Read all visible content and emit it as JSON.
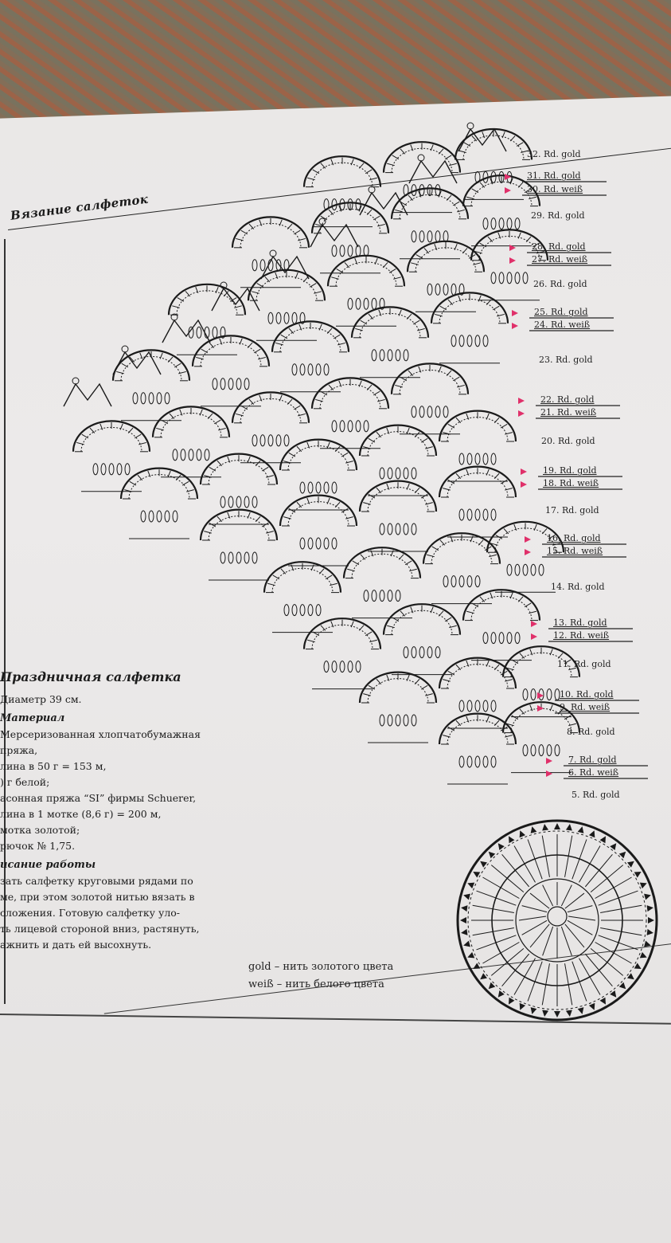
{
  "header": {
    "section_title": "Вязание салфеток"
  },
  "round_labels": [
    {
      "text": "32. Rd. gold",
      "underline": false
    },
    {
      "text": "31. Rd. gold",
      "underline": true
    },
    {
      "text": "30. Rd. weiß",
      "underline": true
    },
    {
      "text": "29. Rd. gold",
      "underline": false
    },
    {
      "text": "28. Rd. gold",
      "underline": true
    },
    {
      "text": "27. Rd. weiß",
      "underline": true
    },
    {
      "text": "26. Rd. gold",
      "underline": false
    },
    {
      "text": "25. Rd. gold",
      "underline": true
    },
    {
      "text": "24. Rd. weiß",
      "underline": true
    },
    {
      "text": "23. Rd. gold",
      "underline": false
    },
    {
      "text": "22. Rd. gold",
      "underline": true
    },
    {
      "text": "21. Rd. weiß",
      "underline": true
    },
    {
      "text": "20. Rd. gold",
      "underline": false
    },
    {
      "text": "19. Rd. gold",
      "underline": true
    },
    {
      "text": "18. Rd. weiß",
      "underline": true
    },
    {
      "text": "17. Rd. gold",
      "underline": false
    },
    {
      "text": "16. Rd. gold",
      "underline": true
    },
    {
      "text": "15. Rd. weiß",
      "underline": true
    },
    {
      "text": "14. Rd. gold",
      "underline": false
    },
    {
      "text": "13. Rd. gold",
      "underline": true
    },
    {
      "text": "12. Rd. weiß",
      "underline": true
    },
    {
      "text": "11. Rd. gold",
      "underline": false
    },
    {
      "text": "10. Rd. gold",
      "underline": true
    },
    {
      "text": "9. Rd. weiß",
      "underline": true
    },
    {
      "text": "8. Rd. gold",
      "underline": false
    },
    {
      "text": "7. Rd. gold",
      "underline": true
    },
    {
      "text": "6. Rd. weiß",
      "underline": true
    },
    {
      "text": "5. Rd. gold",
      "underline": false
    }
  ],
  "article": {
    "title": "Праздничная салфетка",
    "diameter": "Диаметр 39 см.",
    "materials_heading": "Материал",
    "materials": [
      "Мерсеризованная хлопчатобумажная",
      "пряжа,",
      "лина в 50 г = 153 м,",
      ") г белой;",
      "асонная пряжа “SI” фирмы Schuerer,",
      "лина в 1 мотке (8,6 г) = 200 м,",
      "мотка золотой;",
      "рючок № 1,75."
    ],
    "work_heading": "исание работы",
    "work": [
      "зать салфетку круговыми рядами по",
      "ме, при этом золотой нитью вязать в",
      "сложения. Готовую салфетку уло-",
      "ть лицевой стороной вниз, растянуть,",
      "ажнить и дать ей высохнуть."
    ]
  },
  "legend": [
    "gold – нить золотого цвета",
    "weiß – нить белого цвета"
  ],
  "colors": {
    "marker_pink": "#e0306a",
    "ink": "#1a1a1a",
    "paper": "#ebe9e8"
  }
}
